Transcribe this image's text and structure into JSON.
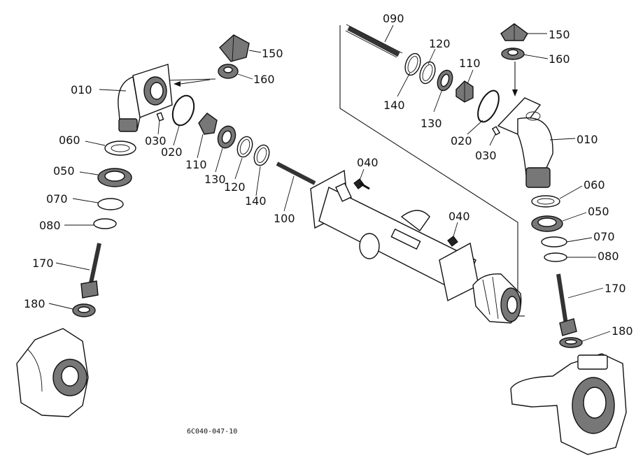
{
  "figure_code": "6C040-047-10",
  "labels": {
    "p090": "090",
    "p150_left": "150",
    "p160_left": "160",
    "p150_right": "150",
    "p160_right": "160",
    "p120_top": "120",
    "p110_top": "110",
    "p140_top": "140",
    "p130_top": "130",
    "p020_right": "020",
    "p030_right": "030",
    "p010_right": "010",
    "p010_left": "010",
    "p030_left": "030",
    "p020_left": "020",
    "p110_left": "110",
    "p130_left": "130",
    "p120_left": "120",
    "p140_left": "140",
    "p040_top": "040",
    "p040_mid": "040",
    "p100": "100",
    "p060_left": "060",
    "p050_left": "050",
    "p070_left": "070",
    "p080_left": "080",
    "p170_left": "170",
    "p180_left": "180",
    "p060_right": "060",
    "p050_right": "050",
    "p070_right": "070",
    "p080_right": "080",
    "p170_right": "170",
    "p180_right": "180"
  }
}
